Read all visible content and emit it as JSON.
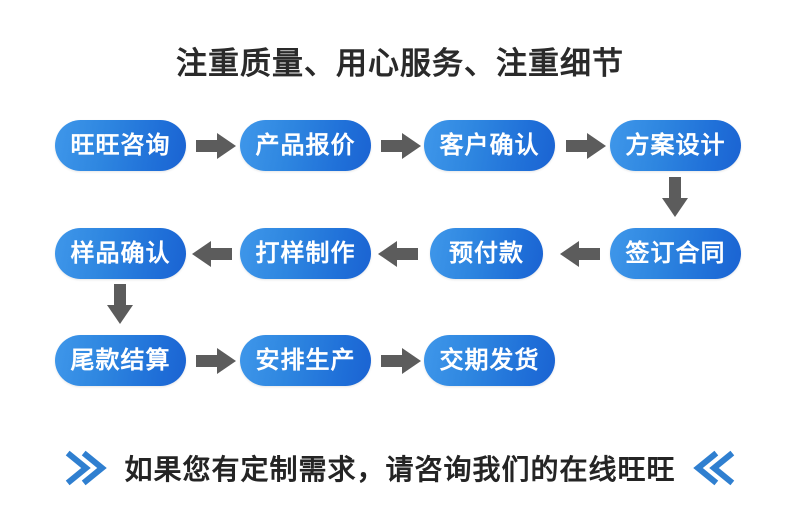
{
  "page": {
    "title": "注重质量、用心服务、注重细节",
    "background_color": "#ffffff",
    "title_color": "#2a2a2a"
  },
  "theme": {
    "pill_gradient_start": "#3f97ea",
    "pill_gradient_end": "#1b63d2",
    "pill_text_color": "#ffffff",
    "arrow_color": "#5c5c5c",
    "chevron_color": "#2f7fd0"
  },
  "flow": {
    "rows": [
      {
        "direction": "right",
        "steps": [
          {
            "label": "旺旺咨询"
          },
          {
            "label": "产品报价"
          },
          {
            "label": "客户确认"
          },
          {
            "label": "方案设计"
          }
        ]
      },
      {
        "direction": "left",
        "steps": [
          {
            "label": "样品确认"
          },
          {
            "label": "打样制作"
          },
          {
            "label": "预付款"
          },
          {
            "label": "签订合同"
          }
        ]
      },
      {
        "direction": "right",
        "steps": [
          {
            "label": "尾款结算"
          },
          {
            "label": "安排生产"
          },
          {
            "label": "交期发货"
          }
        ]
      }
    ],
    "connectors": [
      {
        "name": "arrow-r1-1",
        "type": "right"
      },
      {
        "name": "arrow-r1-2",
        "type": "right"
      },
      {
        "name": "arrow-r1-3",
        "type": "right"
      },
      {
        "name": "arrow-down-right",
        "type": "down"
      },
      {
        "name": "arrow-r2-1",
        "type": "left"
      },
      {
        "name": "arrow-r2-2",
        "type": "left"
      },
      {
        "name": "arrow-r2-3",
        "type": "left"
      },
      {
        "name": "arrow-down-left",
        "type": "down"
      },
      {
        "name": "arrow-r3-1",
        "type": "right"
      },
      {
        "name": "arrow-r3-2",
        "type": "right"
      }
    ]
  },
  "footer": {
    "text": "如果您有定制需求，请咨询我们的在线旺旺",
    "left_icon": "double-chevron-right-icon",
    "right_icon": "double-chevron-left-icon"
  }
}
